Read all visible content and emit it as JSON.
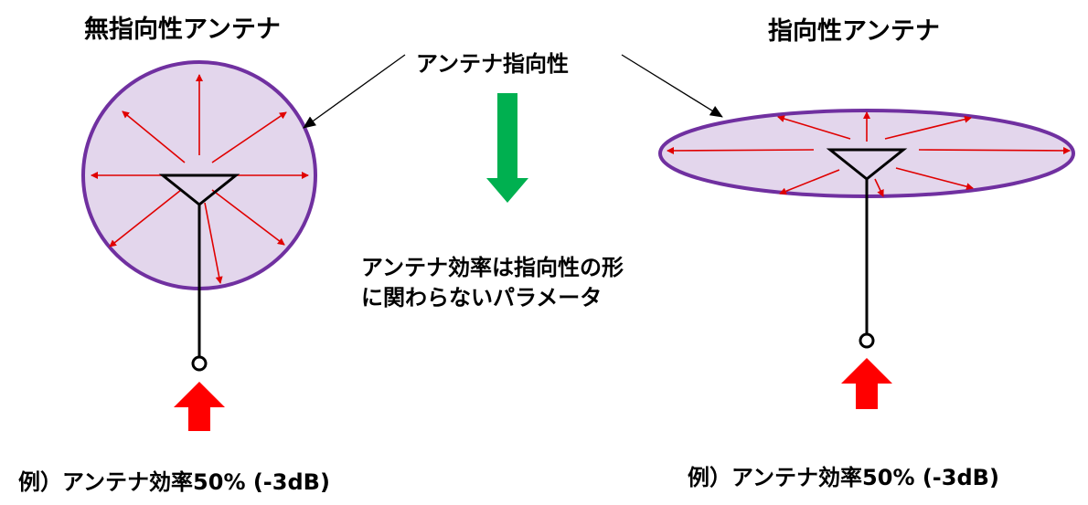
{
  "labels": {
    "left_title": "無指向性アンテナ",
    "right_title": "指向性アンテナ",
    "pattern_label": "アンテナ指向性",
    "note_line1": "アンテナ効率は指向性の形",
    "note_line2": "に関わらないパラメータ",
    "left_example": "例）アンテナ効率50% (-3dB)",
    "right_example": "例）アンテナ効率50% (-3dB)"
  },
  "colors": {
    "pattern_fill": "#E3D6EC",
    "pattern_stroke": "#7030A0",
    "radiation_arrow": "#E00000",
    "feed_arrow": "#FF0000",
    "transition_arrow": "#00B050",
    "antenna": "#000000"
  }
}
